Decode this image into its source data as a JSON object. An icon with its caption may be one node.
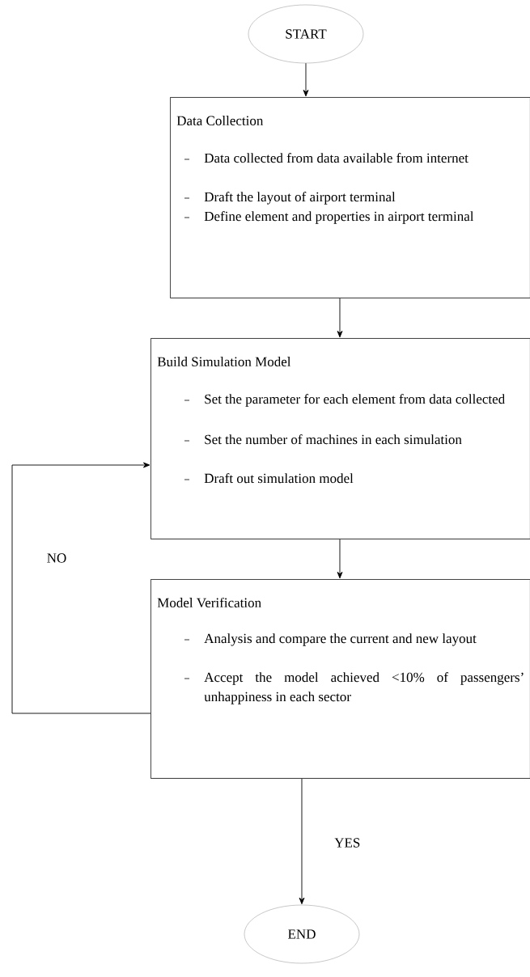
{
  "diagram": {
    "nodes": [
      {
        "text": [
          "START"
        ]
      },
      {
        "text": [
          "Data Collection",
          "Data collected from data available from internet",
          "Draft the layout of airport terminal",
          "Define element and properties in airport terminal"
        ]
      },
      {
        "text": [
          "Build Simulation Model",
          "Set the parameter for each element from data collected",
          "Set the number of machines in each simulation",
          "Draft out simulation model"
        ]
      },
      {
        "text": [
          "Model Verification",
          "Analysis and compare the current and new layout",
          "Accept the model achieved <10% of passengers’ unhappiness in each sector"
        ]
      },
      {
        "text": [
          "END"
        ]
      }
    ],
    "edges": [
      {
        "from": 0,
        "to": 1,
        "arrow": "to"
      },
      {
        "from": 1,
        "to": 2,
        "arrow": "to"
      },
      {
        "from": 2,
        "to": 3,
        "arrow": "to"
      },
      {
        "from": 3,
        "to": 4,
        "arrow": "to",
        "label": "YES"
      },
      {
        "from": 3,
        "to": 2,
        "arrow": "to",
        "label": "NO"
      }
    ]
  }
}
